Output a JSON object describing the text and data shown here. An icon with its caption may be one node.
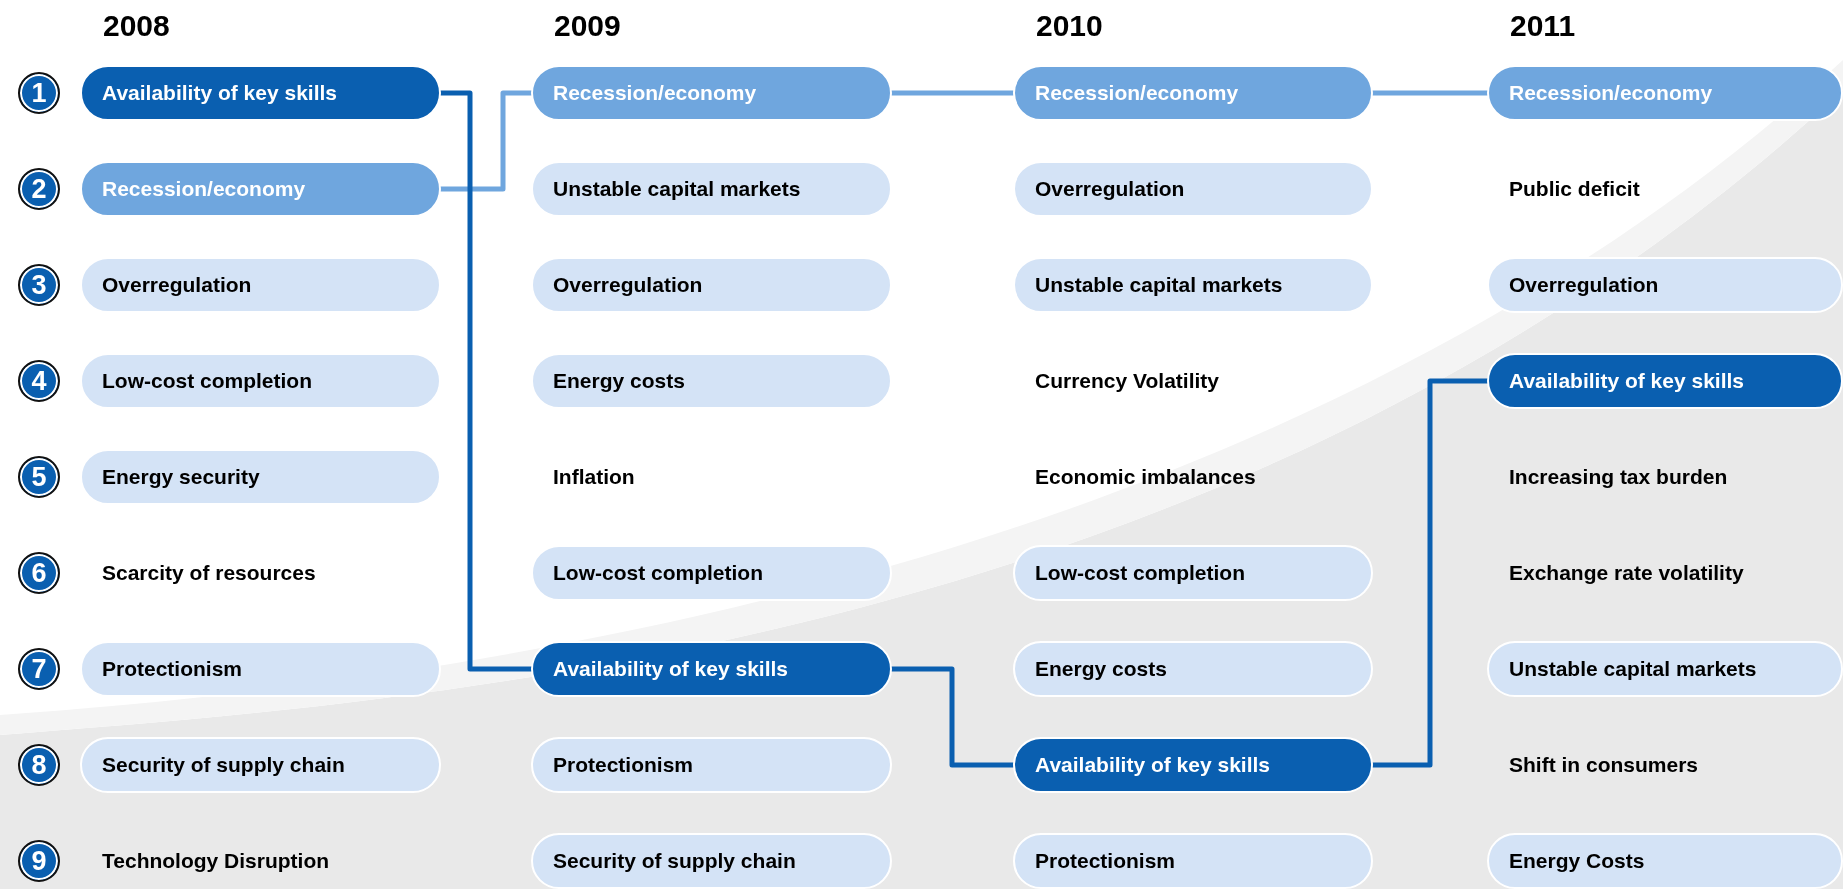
{
  "diagram": {
    "nodes": [
      {
        "text": [
          "1"
        ]
      },
      {
        "text": [
          "Availability of key skills"
        ]
      },
      {
        "text": [
          "Recession/economy"
        ]
      },
      {
        "text": [
          "Recession/economy"
        ]
      },
      {
        "text": [
          "Recession/economy"
        ]
      },
      {
        "text": [
          "2"
        ]
      },
      {
        "text": [
          "Recession/economy"
        ]
      },
      {
        "text": [
          "Unstable capital markets"
        ]
      },
      {
        "text": [
          "Overregulation"
        ]
      },
      {
        "text": [
          "3"
        ]
      },
      {
        "text": [
          "Overregulation"
        ]
      },
      {
        "text": [
          "Overregulation"
        ]
      },
      {
        "text": [
          "Unstable capital markets"
        ]
      },
      {
        "text": [
          "Overregulation"
        ]
      },
      {
        "text": [
          "4"
        ]
      },
      {
        "text": [
          "Low-cost completion"
        ]
      },
      {
        "text": [
          "Energy costs"
        ]
      },
      {
        "text": [
          "Availability of key skills"
        ]
      },
      {
        "text": [
          "5"
        ]
      },
      {
        "text": [
          "Energy security"
        ]
      },
      {
        "text": [
          "6"
        ]
      },
      {
        "text": [
          "Low-cost completion"
        ]
      },
      {
        "text": [
          "Low-cost completion"
        ]
      },
      {
        "text": [
          "7"
        ]
      },
      {
        "text": [
          "Protectionism"
        ]
      },
      {
        "text": [
          "Availability of key skills"
        ]
      },
      {
        "text": [
          "Energy costs"
        ]
      },
      {
        "text": [
          "Unstable capital markets"
        ]
      },
      {
        "text": [
          "8"
        ]
      },
      {
        "text": [
          "Security of supply chain"
        ]
      },
      {
        "text": [
          "Protectionism"
        ]
      },
      {
        "text": [
          "Availability of key skills"
        ]
      },
      {
        "text": [
          "9"
        ]
      },
      {
        "text": [
          "Security of supply chain"
        ]
      },
      {
        "text": [
          "Protectionism"
        ]
      },
      {
        "text": [
          "Energy Costs"
        ]
      }
    ],
    "edges": [
      {
        "from": 6,
        "to": 2,
        "arrow": "none",
        "color": "#6fa6de"
      },
      {
        "from": 2,
        "to": 3,
        "arrow": "none",
        "color": "#6fa6de"
      },
      {
        "from": 3,
        "to": 4,
        "arrow": "none",
        "color": "#6fa6de"
      },
      {
        "from": 1,
        "to": 25,
        "arrow": "none",
        "color": "#0a5fb0"
      },
      {
        "from": 25,
        "to": 31,
        "arrow": "none",
        "color": "#0a5fb0"
      },
      {
        "from": 31,
        "to": 17,
        "arrow": "none",
        "color": "#0a5fb0"
      }
    ],
    "labels": [
      "2008",
      "2009",
      "2010",
      "2011",
      "Public deficit",
      "Currency Volatility",
      "Inflation",
      "Economic imbalances",
      "Increasing tax burden",
      "Scarcity of resources",
      "Exchange rate volatility",
      "Shift in consumers",
      "Technology Disruption"
    ]
  }
}
